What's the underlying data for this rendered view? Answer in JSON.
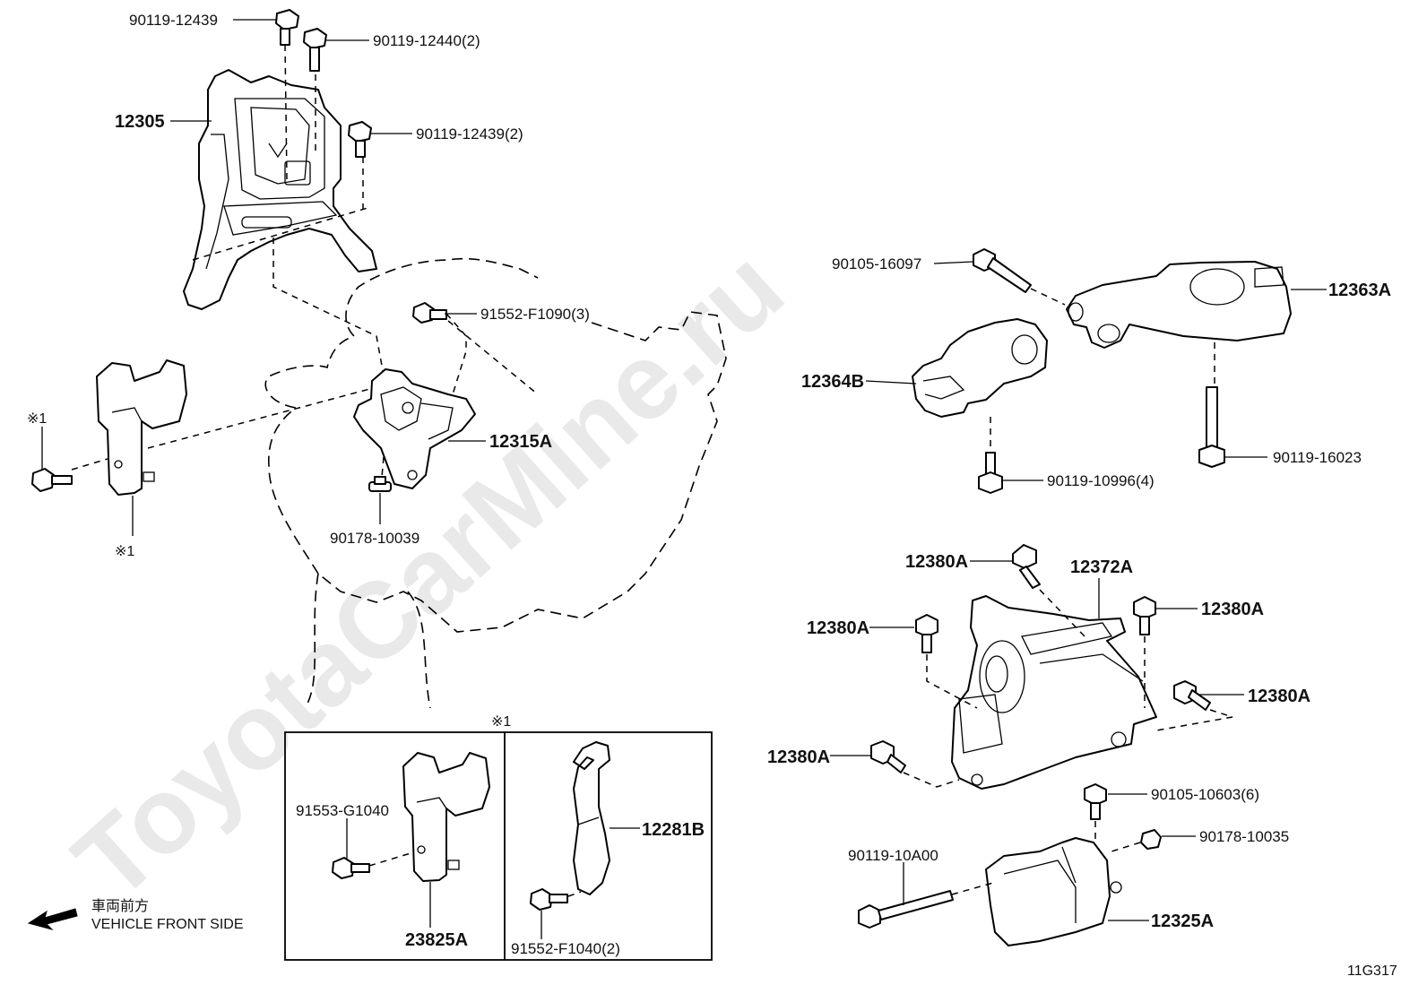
{
  "watermark": "ToyotaCarMine.ru",
  "diagram_code": "11G317",
  "front_side": {
    "japanese": "車両前方",
    "english": "VEHICLE FRONT SIDE"
  },
  "note_symbol_1": "※1",
  "note_symbol_2": "※1",
  "note_symbol_box": "※1",
  "labels": {
    "p90119_12439": "90119-12439",
    "p90119_12440": "90119-12440(2)",
    "p12305": "12305",
    "p90119_12439_2": "90119-12439(2)",
    "p91552_F1090": "91552-F1090(3)",
    "p12315A": "12315A",
    "p90178_10039": "90178-10039",
    "p90105_16097": "90105-16097",
    "p12363A": "12363A",
    "p12364B": "12364B",
    "p90119_16023": "90119-16023",
    "p90119_10996": "90119-10996(4)",
    "p12380A_1": "12380A",
    "p12372A": "12372A",
    "p12380A_2": "12380A",
    "p12380A_3": "12380A",
    "p12380A_4": "12380A",
    "p12380A_5": "12380A",
    "p90105_10603": "90105-10603(6)",
    "p90178_10035": "90178-10035",
    "p90119_10A00": "90119-10A00",
    "p12325A": "12325A",
    "p91553_G1040": "91553-G1040",
    "p23825A": "23825A",
    "p12281B": "12281B",
    "p91552_F1040": "91552-F1040(2)"
  }
}
